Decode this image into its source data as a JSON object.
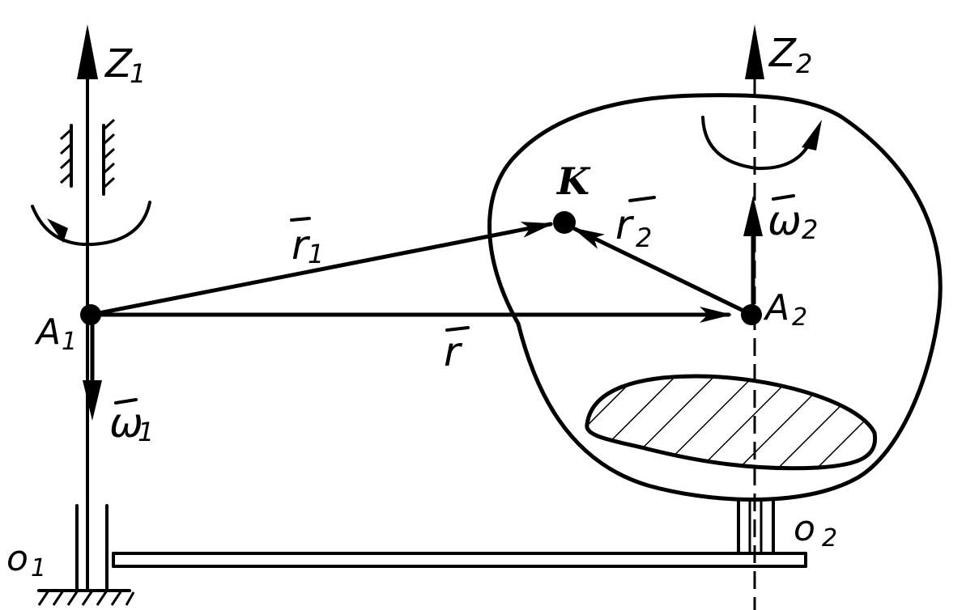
{
  "labels": {
    "z1": "Z",
    "z1_sub": "1",
    "z2": "Z",
    "z2_sub": "2",
    "a1": "A",
    "a1_sub": "1",
    "a2": "A",
    "a2_sub": "2",
    "k": "K",
    "r1": "r",
    "r1_sub": "1",
    "r2": "r",
    "r2_sub": "2",
    "f": "r",
    "w1": "ω",
    "w1_sub": "1",
    "w2": "ω",
    "w2_sub": "2",
    "o1": "o",
    "o1_sub": "1",
    "o2": "o",
    "o2_sub": "2"
  }
}
